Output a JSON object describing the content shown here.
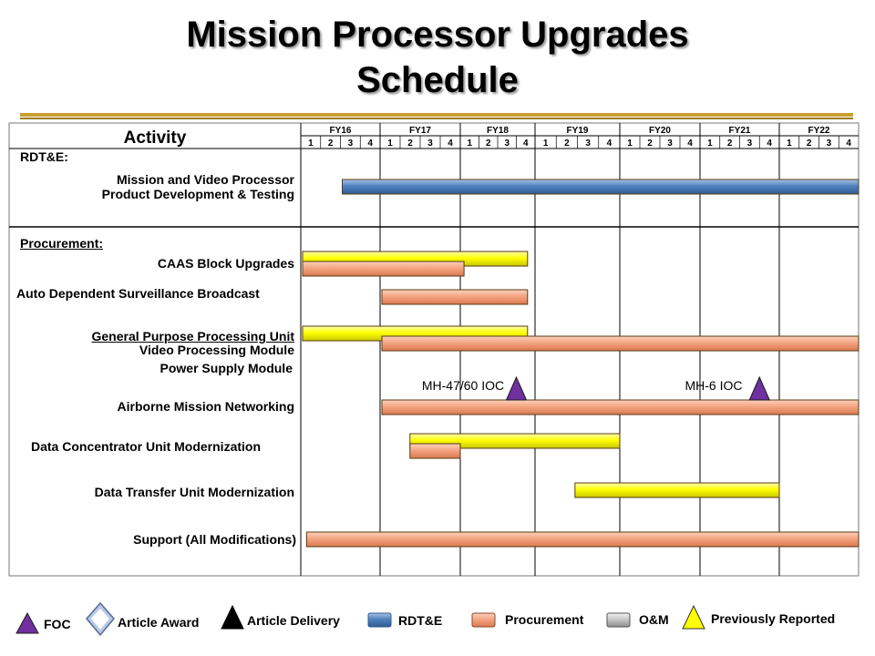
{
  "title_line1": "Mission Processor Upgrades",
  "title_line2": "Schedule",
  "chart_data": {
    "type": "gantt",
    "activity_header": "Activity",
    "fiscal_years": [
      "FY16",
      "FY17",
      "FY18",
      "FY19",
      "FY20",
      "FY21",
      "FY22"
    ],
    "quarters": [
      "1",
      "2",
      "3",
      "4"
    ],
    "section_labels": [
      "RDT&E:",
      "Procurement:"
    ],
    "rows": [
      {
        "label": "Mission and Video Processor",
        "align": "right"
      },
      {
        "label": "Product Development & Testing",
        "align": "right"
      },
      {
        "label": "CAAS Block Upgrades",
        "align": "right"
      },
      {
        "label": "Auto Dependent Surveillance Broadcast",
        "align": "left"
      },
      {
        "label": "General Purpose Processing Unit",
        "align": "right",
        "underline": true
      },
      {
        "label": "Video Processing Module",
        "align": "right"
      },
      {
        "label": "Power Supply Module",
        "align": "right"
      },
      {
        "label": "Airborne Mission Networking",
        "align": "right"
      },
      {
        "label": "Data Concentrator Unit  Modernization",
        "align": "left"
      },
      {
        "label": "Data Transfer Unit  Modernization",
        "align": "right"
      },
      {
        "label": "Support (All Modifications)",
        "align": "right"
      }
    ],
    "bars": [
      {
        "activity": "Mission and Video Processor Product Development & Testing",
        "type": "RDT&E",
        "start": 2016.5,
        "end": 2023.0
      },
      {
        "activity": "CAAS Block Upgrades",
        "type": "Previously Reported",
        "start": 2016.0,
        "end": 2018.9
      },
      {
        "activity": "CAAS Block Upgrades",
        "type": "Procurement",
        "start": 2016.0,
        "end": 2018.05
      },
      {
        "activity": "Auto Dependent Surveillance Broadcast",
        "type": "Procurement",
        "start": 2017.0,
        "end": 2018.9
      },
      {
        "activity": "General Purpose Processing Unit",
        "type": "Previously Reported",
        "start": 2016.0,
        "end": 2018.9
      },
      {
        "activity": "Video Processing Module",
        "type": "Procurement",
        "start": 2017.0,
        "end": 2023.0
      },
      {
        "activity": "Airborne Mission Networking",
        "type": "Procurement",
        "start": 2017.0,
        "end": 2023.0
      },
      {
        "activity": "Data Concentrator Unit  Modernization",
        "type": "Previously Reported",
        "start": 2017.35,
        "end": 2020.0
      },
      {
        "activity": "Data Concentrator Unit  Modernization",
        "type": "Procurement",
        "start": 2017.35,
        "end": 2018.0
      },
      {
        "activity": "Data Transfer Unit  Modernization",
        "type": "Previously Reported",
        "start": 2019.45,
        "end": 2022.0
      },
      {
        "activity": "Support (All Modifications)",
        "type": "Procurement",
        "start": 2016.05,
        "end": 2023.0
      }
    ],
    "milestones": [
      {
        "label": "MH-47/60 IOC",
        "type": "FOC",
        "date": 2018.75
      },
      {
        "label": "MH-6 IOC",
        "type": "FOC",
        "date": 2021.75
      }
    ],
    "legend": [
      {
        "label": "FOC",
        "symbol": "triangle",
        "color": "#7030a0"
      },
      {
        "label": "Article Award",
        "symbol": "diamond",
        "color": "#b8c8e8"
      },
      {
        "label": "Article Delivery",
        "symbol": "triangle",
        "color": "#000000"
      },
      {
        "label": "RDT&E",
        "symbol": "bar",
        "color": "#4f81bd"
      },
      {
        "label": "Procurement",
        "symbol": "bar",
        "color": "#f4a582"
      },
      {
        "label": "O&M",
        "symbol": "bar",
        "color": "#c8c8c8"
      },
      {
        "label": "Previously Reported",
        "symbol": "triangle",
        "color": "#ffff00"
      }
    ],
    "colors": {
      "rdte": "#4f81bd",
      "procurement": "#f4a582",
      "om": "#c8c8c8",
      "previously_reported": "#ffff00",
      "foc": "#7030a0"
    }
  }
}
